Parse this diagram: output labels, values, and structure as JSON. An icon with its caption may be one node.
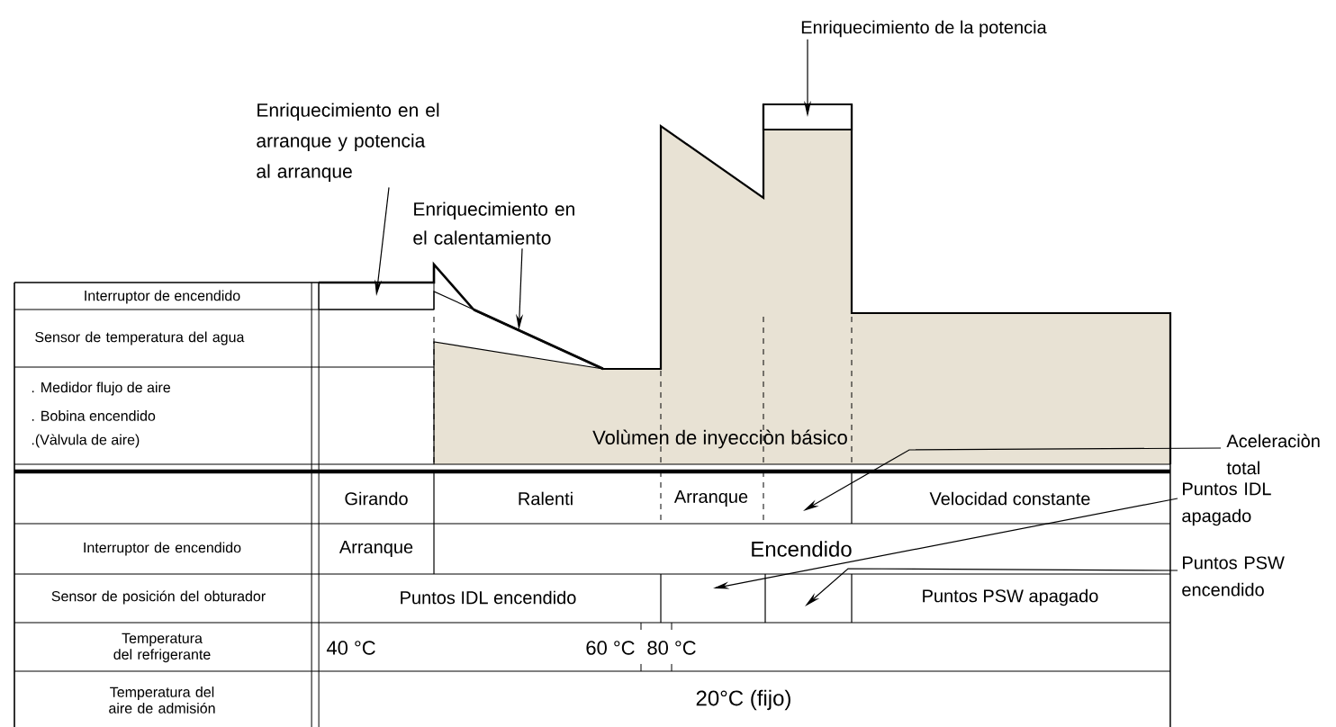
{
  "diagram": {
    "nodes": [
      {
        "text": [
          "Enriquecimiento de la potencia"
        ]
      },
      {
        "text": [],
        "shape": "box"
      },
      {
        "text": [
          "Enriquecimiento en el arranque y potencia al arranque"
        ]
      },
      {
        "text": [
          "Enriquecimiento en el calentamiento"
        ]
      },
      {
        "text": [
          "Aceleraciòn total"
        ]
      },
      {
        "text": [
          "Puntos IDL apagado"
        ]
      },
      {
        "text": [
          "Puntos PSW encendido"
        ]
      },
      {
        "text": [],
        "shape": "bar"
      },
      {
        "text": [],
        "shape": "bar"
      }
    ],
    "edges": [
      {
        "from": 0,
        "to": 1,
        "arrow": "to"
      },
      {
        "from": 2,
        "to": 7,
        "arrow": "to"
      },
      {
        "from": 3,
        "to": 8,
        "arrow": "to"
      },
      {
        "from": 4,
        "to": null,
        "arrow": "to"
      },
      {
        "from": 5,
        "to": null,
        "arrow": "to"
      },
      {
        "from": 6,
        "to": null,
        "arrow": "to"
      }
    ],
    "labels": [
      "Interruptor de encendido",
      "Sensor de temperatura del agua",
      ". Medidor flujo de aire",
      ". Bobina encendido",
      ".(Vàlvula de aire)",
      "Volùmen de inyecciòn básico",
      "Girando",
      "Ralenti",
      "Arranque",
      "Velocidad constante",
      "Interruptor de encendido",
      "Arranque",
      "Encendido",
      "Sensor de posición del obturador",
      "Puntos IDL encendido",
      "Puntos PSW apagado",
      "Temperatura del refrigerante",
      "40 °C",
      "60 °C",
      "80 °C",
      "Temperatura del aire de admisión",
      "20°C (fijo)"
    ]
  }
}
